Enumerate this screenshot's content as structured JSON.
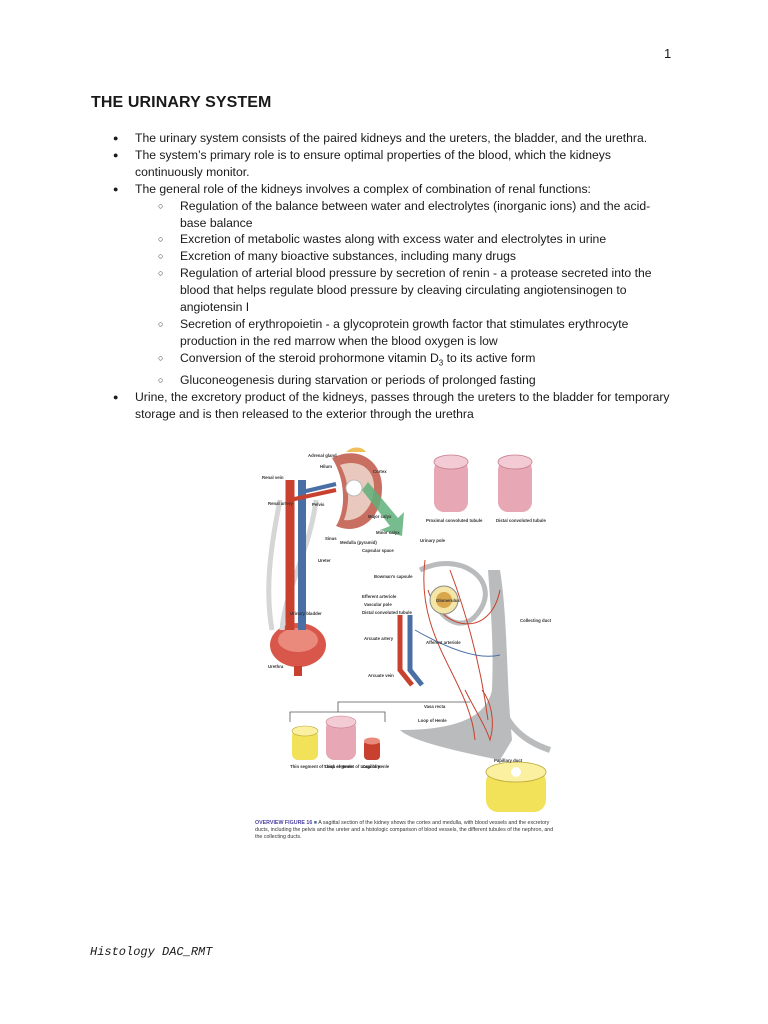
{
  "page_number": "1",
  "title": "THE URINARY SYSTEM",
  "bullets": {
    "b1": "The urinary system consists of the paired kidneys and the ureters, the bladder, and the urethra.",
    "b2": "The system’s primary role is to ensure optimal properties of the blood, which the kidneys continuously monitor.",
    "b3": "The general role of the kidneys involves a complex of combination of renal functions:",
    "sub": {
      "s1": "Regulation of the balance between water and electrolytes (inorganic ions) and the acid-base balance",
      "s2": "Excretion of metabolic wastes along with excess water and electrolytes in urine",
      "s3": "Excretion of many bioactive substances, including many drugs",
      "s4": "Regulation of arterial blood pressure by secretion of renin - a protease secreted into the blood that helps regulate blood pressure by cleaving circulating angiotensinogen to angiotensin I",
      "s5": "Secretion of erythropoietin - a glycoprotein growth factor that stimulates erythrocyte production in the red marrow when the blood oxygen is low",
      "s6_pre": "Conversion of the steroid prohormone vitamin D",
      "s6_sub": "3",
      "s6_post": " to its active form",
      "s7": "Gluconeogenesis during starvation or periods of prolonged fasting"
    },
    "b4": "Urine, the excretory product of the kidneys, passes through the ureters to the bladder for temporary storage and is then released to the exterior through the urethra"
  },
  "figure": {
    "labels": {
      "adrenal_gland": "Adrenal gland",
      "hilum": "Hilum",
      "cortex": "Cortex",
      "renal_vein": "Renal vein",
      "renal_artery": "Renal artery",
      "pelvis": "Pelvis",
      "major_calyx": "Major calyx",
      "minor_calyx": "Minor calyx",
      "sinus": "Sinus",
      "medulla": "Medulla (pyramid)",
      "ureter": "Ureter",
      "urinary_bladder": "Urinary bladder",
      "urethra": "Urethra",
      "proximal_tubule": "Proximal convoluted tubule",
      "distal_tubule": "Distal convoluted tubule",
      "urinary_pole": "Urinary pole",
      "capsular_space": "Capsular space",
      "bowmans_capsule": "Bowman's capsule",
      "efferent_arteriole": "Efferent arteriole",
      "vascular_pole": "Vascular pole",
      "distal_convoluted": "Distal convoluted tubule",
      "glomerulus": "Glomerulus",
      "arcuate_artery": "Arcuate artery",
      "afferent_arteriole": "Afferent arteriole",
      "arcuate_vein": "Arcuate vein",
      "collecting_duct": "Collecting duct",
      "vasa_recta": "Vasa recta",
      "loop_of_henle": "Loop of Henle",
      "thin_segment": "Thin segment of Loop of Henle",
      "thick_segment": "Thick segment of Loop of Henle",
      "capillary": "Capillary",
      "papillary_duct": "Papillary duct"
    },
    "caption_head": "OVERVIEW FIGURE 16",
    "caption_text": "A sagittal section of the kidney shows the cortex and medulla, with blood vessels and the excretory ducts, including the pelvis and the ureter and a histologic comparison of blood vessels, the different tubules of the nephron, and the collecting ducts."
  },
  "footer": "Histology DAC_RMT",
  "colors": {
    "artery": "#c8412e",
    "vein": "#4a6fa5",
    "tubule_pink": "#e7a7b5",
    "duct_yellow": "#f2e25a",
    "duct_gray": "#b9bbbd",
    "arrow_green": "#5fb07a"
  }
}
